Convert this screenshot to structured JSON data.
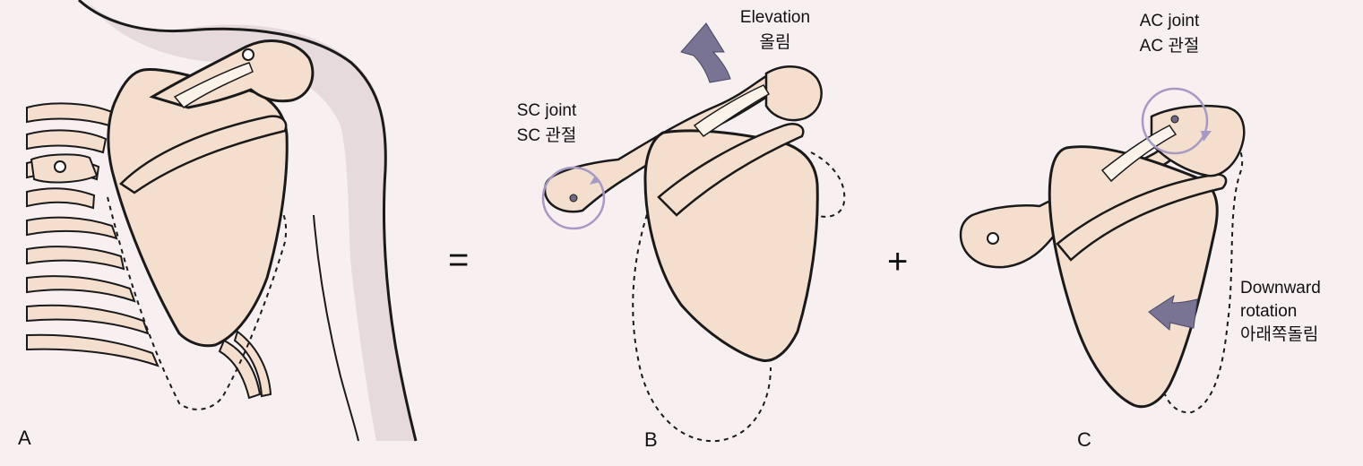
{
  "panels": {
    "a": "A",
    "b": "B",
    "c": "C"
  },
  "operators": {
    "equals": "=",
    "plus": "+"
  },
  "labels": {
    "elevation_en": "Elevation",
    "elevation_ko": "올림",
    "sc_joint_en": "SC joint",
    "sc_joint_ko": "SC 관절",
    "ac_joint_en": "AC joint",
    "ac_joint_ko": "AC 관절",
    "downward_1": "Downward",
    "downward_2": "rotation",
    "downward_ko": "아래쪽돌림"
  },
  "colors": {
    "background": "#f8eff1",
    "bone_fill": "#f4dfcf",
    "outline": "#1a1a1a",
    "arrow_fill": "#7a7494",
    "joint_circle": "#a59ac4"
  }
}
